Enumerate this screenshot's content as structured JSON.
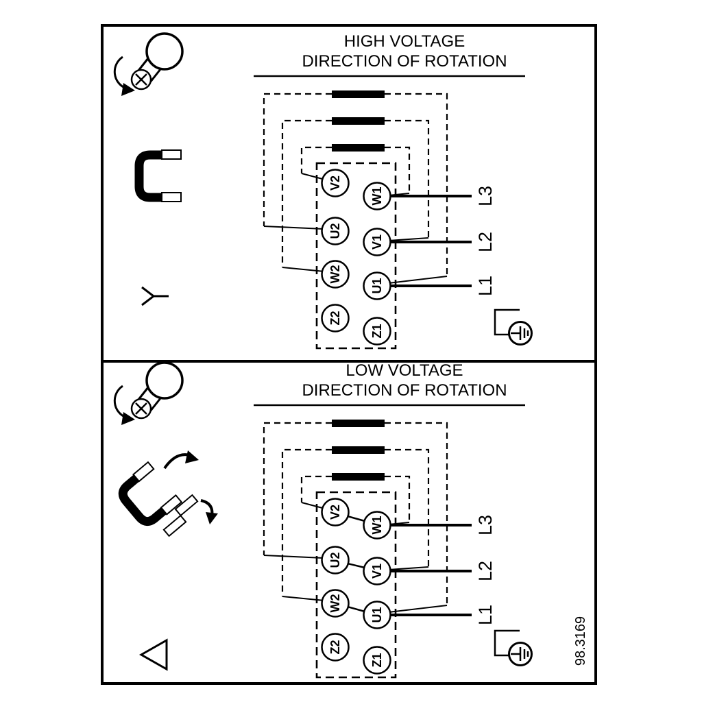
{
  "panels": [
    {
      "title_line1": "HIGH VOLTAGE",
      "title_line2": "DIRECTION OF ROTATION",
      "connection_symbol": "star",
      "terminals_left": [
        "V2",
        "U2",
        "W2",
        "Z2"
      ],
      "terminals_right": [
        "W1",
        "V1",
        "U1",
        "Z1"
      ],
      "supply_lines": [
        "L3",
        "L2",
        "L1"
      ]
    },
    {
      "title_line1": "LOW VOLTAGE",
      "title_line2": "DIRECTION OF ROTATION",
      "connection_symbol": "delta",
      "terminals_left": [
        "V2",
        "U2",
        "W2",
        "Z2"
      ],
      "terminals_right": [
        "W1",
        "V1",
        "U1",
        "Z1"
      ],
      "supply_lines": [
        "L3",
        "L2",
        "L1"
      ]
    }
  ],
  "figure_number": "98.3169",
  "colors": {
    "ink": "#000000",
    "background": "#ffffff"
  }
}
